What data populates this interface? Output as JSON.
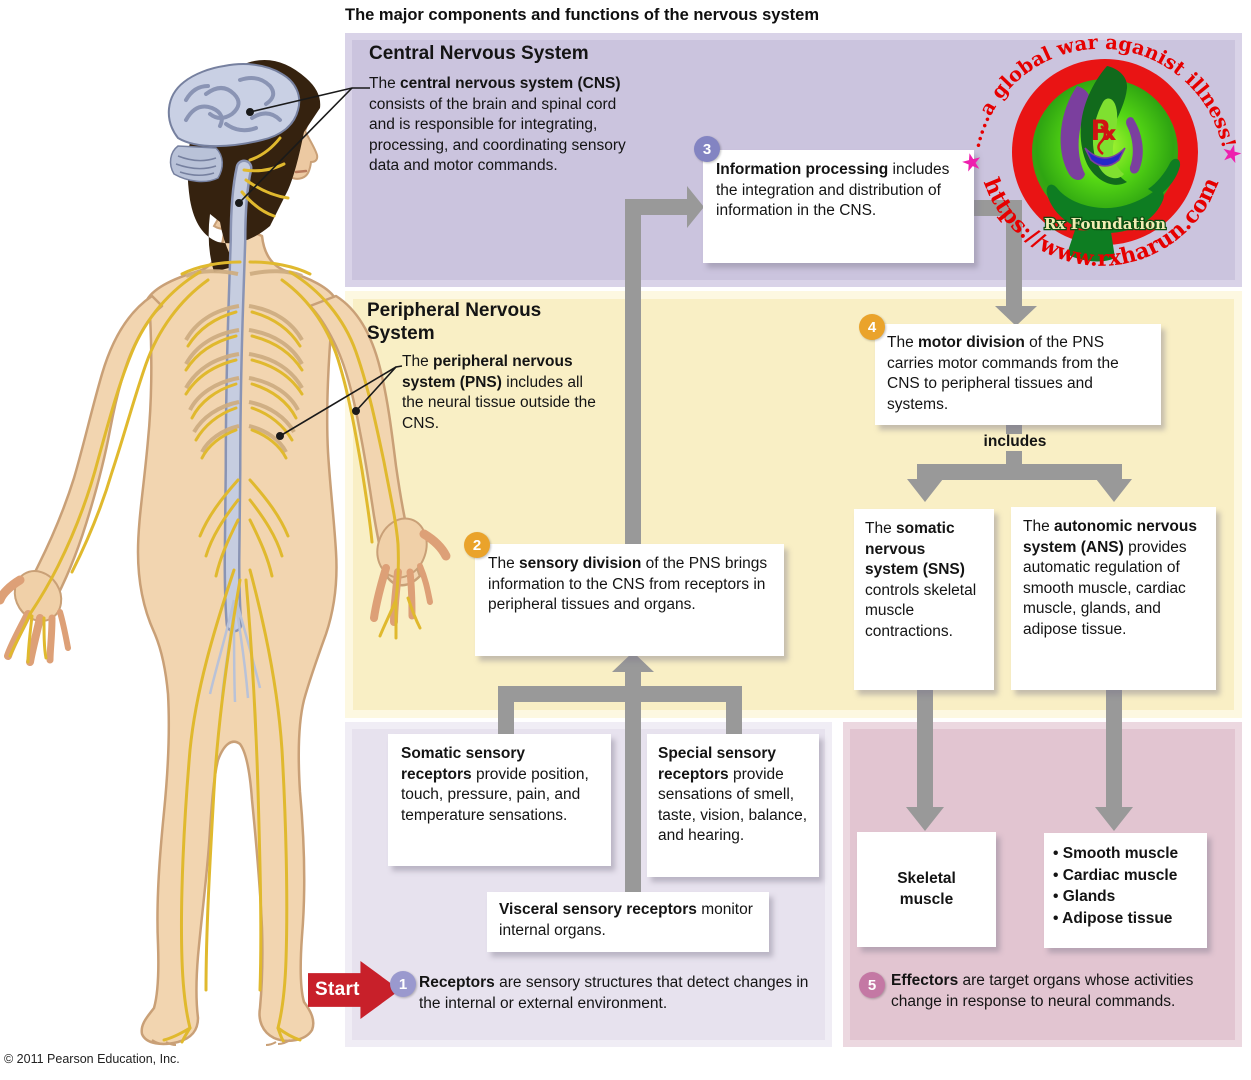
{
  "page": {
    "title": "The major components and functions of the nervous system",
    "copyright": "© 2011 Pearson Education, Inc."
  },
  "panels": {
    "cns": {
      "heading": "Central Nervous System",
      "bg": "#cbc4de"
    },
    "pns": {
      "heading": "Peripheral Nervous System",
      "bg": "#f9efc5"
    },
    "receptors_bg": "#e7e2ee",
    "effectors_bg": "#e2c5d1"
  },
  "rich": {
    "cns_desc": [
      {
        "t": "The ",
        "b": false
      },
      {
        "t": "central nervous system (CNS)",
        "b": true
      },
      {
        "t": " consists of the brain and spinal cord and is responsible for integrating, processing, and coordinating sensory data and motor commands.",
        "b": false
      }
    ],
    "pns_desc": [
      {
        "t": "The ",
        "b": false
      },
      {
        "t": "peripheral nervous system (PNS)",
        "b": true
      },
      {
        "t": " includes all the neural tissue outside the CNS.",
        "b": false
      }
    ],
    "info_processing": [
      {
        "t": "Information processing",
        "b": true
      },
      {
        "t": " includes the integration and distribution of information in the CNS.",
        "b": false
      }
    ],
    "motor_division": [
      {
        "t": "The ",
        "b": false
      },
      {
        "t": "motor division",
        "b": true
      },
      {
        "t": " of the PNS carries motor commands from the CNS to peripheral tissues and systems.",
        "b": false
      }
    ],
    "sensory_division": [
      {
        "t": "The ",
        "b": false
      },
      {
        "t": "sensory division",
        "b": true
      },
      {
        "t": " of the PNS brings information to the CNS from receptors in peripheral tissues and organs.",
        "b": false
      }
    ],
    "sns": [
      {
        "t": "The ",
        "b": false
      },
      {
        "t": "somatic nervous system (SNS)",
        "b": true
      },
      {
        "t": " controls skeletal muscle contractions.",
        "b": false
      }
    ],
    "ans": [
      {
        "t": "The ",
        "b": false
      },
      {
        "t": "autonomic nervous system (ANS)",
        "b": true
      },
      {
        "t": " provides automatic regulation of smooth muscle, cardiac muscle, glands, and adipose tissue.",
        "b": false
      }
    ],
    "somatic_receptors": [
      {
        "t": "Somatic sensory receptors",
        "b": true
      },
      {
        "t": " provide position, touch, pressure, pain, and temperature sensations.",
        "b": false
      }
    ],
    "special_receptors": [
      {
        "t": "Special sensory receptors",
        "b": true
      },
      {
        "t": " provide sensations of smell, taste, vision, balance, and hearing.",
        "b": false
      }
    ],
    "visceral_receptors": [
      {
        "t": "Visceral sensory receptors",
        "b": true
      },
      {
        "t": " monitor internal organs.",
        "b": false
      }
    ],
    "step1": [
      {
        "t": "Receptors",
        "b": true
      },
      {
        "t": " are sensory structures that detect changes in the internal or external environment.",
        "b": false
      }
    ],
    "step5": [
      {
        "t": "Effectors",
        "b": true
      },
      {
        "t": " are target organs whose activities change in response to neural commands.",
        "b": false
      }
    ]
  },
  "steps": {
    "s1": {
      "num": "1",
      "color": "#9a99ce"
    },
    "s2": {
      "num": "2",
      "color": "#eaa32b"
    },
    "s3": {
      "num": "3",
      "color": "#8384c2"
    },
    "s4": {
      "num": "4",
      "color": "#eaa32b"
    },
    "s5": {
      "num": "5",
      "color": "#c478a4"
    }
  },
  "labels": {
    "includes": "includes",
    "start": "Start",
    "skeletal_muscle": "Skeletal muscle"
  },
  "effectors_box": {
    "items": [
      "• Smooth muscle",
      "• Cardiac muscle",
      "• Glands",
      "• Adipose tissue"
    ]
  },
  "watermark": {
    "arc_top": ".....a global war aganist illness!",
    "arc_bottom": "https://www.rxharun.com",
    "foundation": "Rx Foundation",
    "star": "★",
    "colors": {
      "ring": "#e91414",
      "text": "#e60000",
      "star": "#ee1fae",
      "center_green": "#3fc513"
    }
  },
  "flow_colors": {
    "arrow_gray": "#999999",
    "start_red": "#c8202a"
  }
}
